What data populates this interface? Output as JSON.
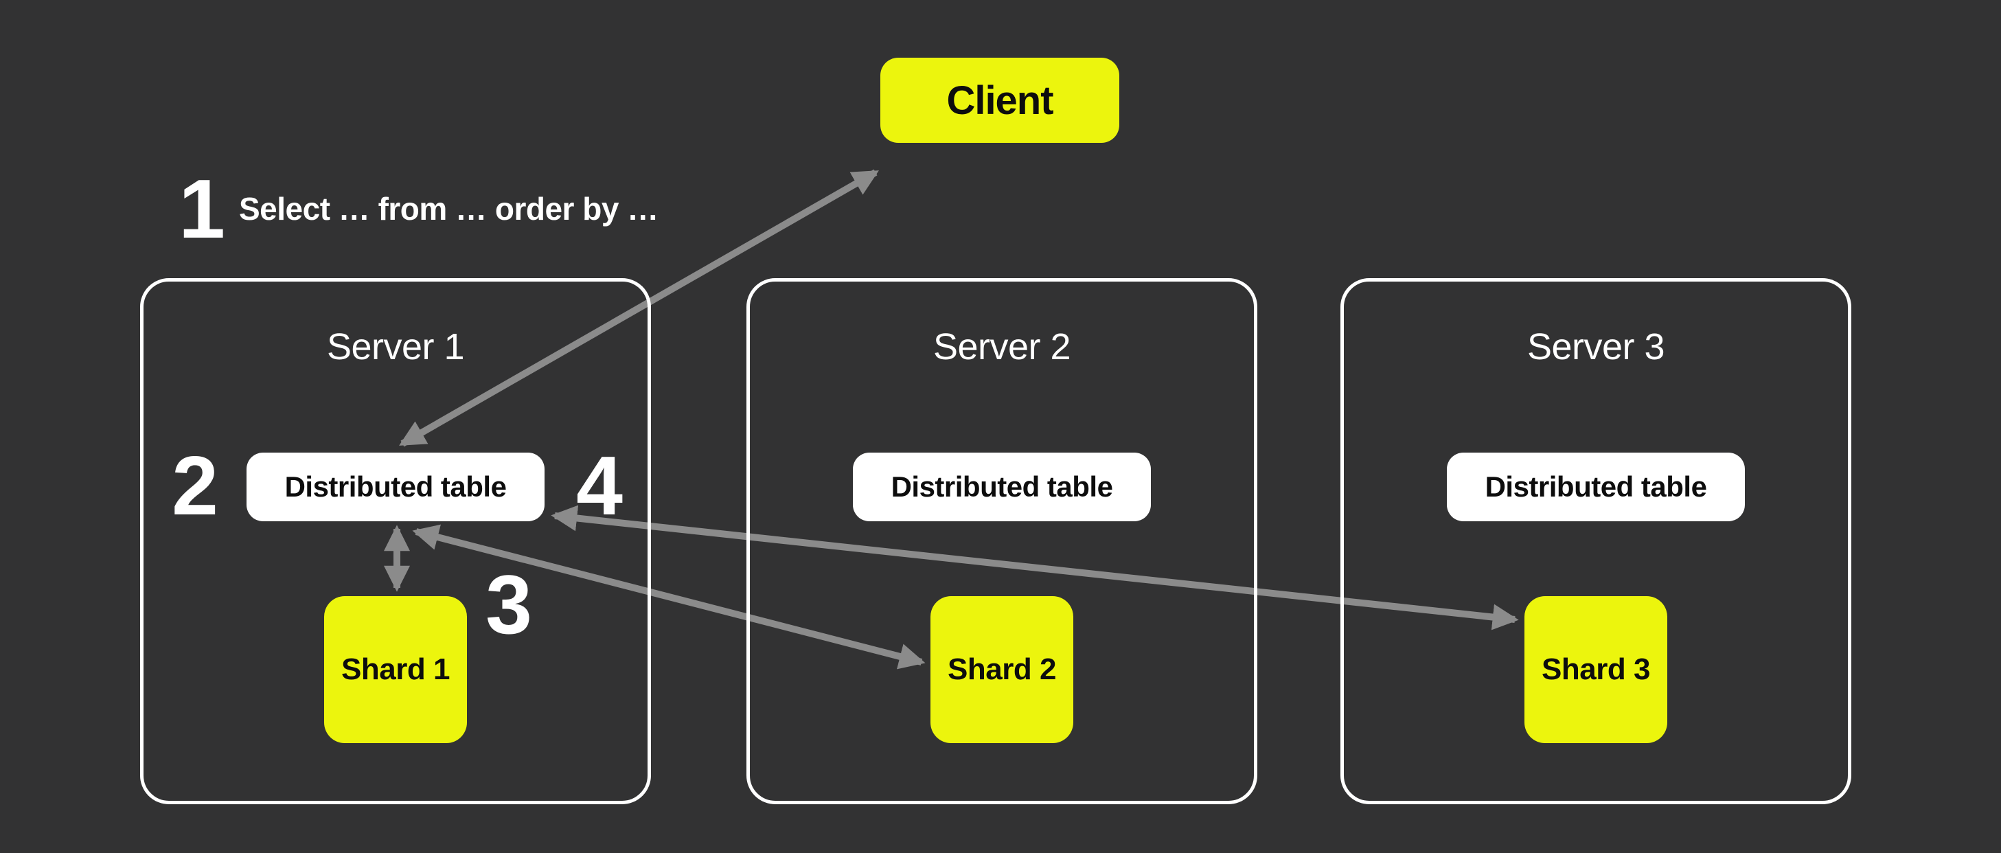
{
  "canvas": {
    "background": "#323233"
  },
  "colors": {
    "accent_yellow": "#ECF50D",
    "box_white": "#FFFFFF",
    "arrow_gray": "#8B8B8B",
    "text_dark": "#0D0D0D",
    "text_light": "#FFFFFF"
  },
  "client": {
    "label": "Client"
  },
  "step_annotation": {
    "number": "1",
    "query": "Select … from … order by …"
  },
  "steps": {
    "two": "2",
    "three": "3",
    "four": "4"
  },
  "servers": [
    {
      "label": "Server 1",
      "table_label": "Distributed table",
      "shard_label": "Shard 1"
    },
    {
      "label": "Server 2",
      "table_label": "Distributed table",
      "shard_label": "Shard 2"
    },
    {
      "label": "Server 3",
      "table_label": "Distributed table",
      "shard_label": "Shard 3"
    }
  ],
  "arrows": [
    {
      "name": "client-to-distributed-table-1",
      "direction": "bidirectional"
    },
    {
      "name": "distributed-table-1-to-shard-1",
      "direction": "bidirectional"
    },
    {
      "name": "distributed-table-1-to-shard-2",
      "direction": "bidirectional"
    },
    {
      "name": "distributed-table-1-to-shard-3",
      "direction": "bidirectional"
    }
  ]
}
